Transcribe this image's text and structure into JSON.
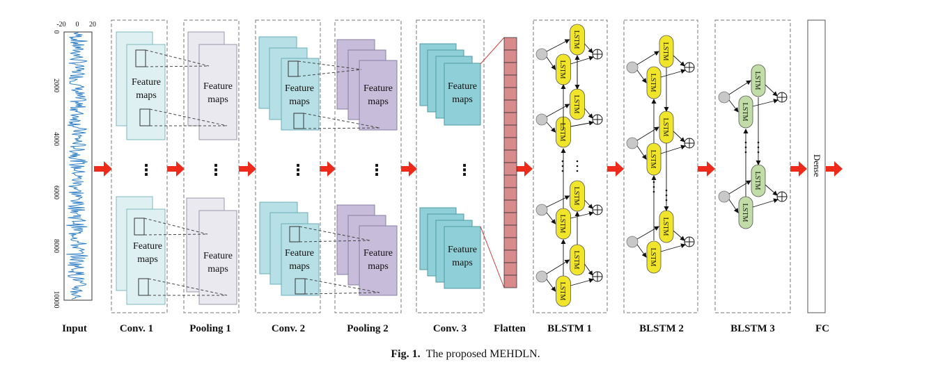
{
  "caption": {
    "label": "Fig. 1.",
    "text": "The proposed MEHDLN."
  },
  "input": {
    "label": "Input",
    "x_ticks": [
      "-20",
      "0",
      "20"
    ],
    "y_ticks": [
      "0",
      "2000",
      "4000",
      "6000",
      "8000",
      "10000"
    ]
  },
  "stages": {
    "conv1": "Conv. 1",
    "pool1": "Pooling 1",
    "conv2": "Conv. 2",
    "pool2": "Pooling 2",
    "conv3": "Conv. 3",
    "flatten": "Flatten",
    "blstm1": "BLSTM 1",
    "blstm2": "BLSTM 2",
    "blstm3": "BLSTM 3",
    "fc": "FC"
  },
  "feature_maps": {
    "line1": "Feature",
    "line2": "maps"
  },
  "lstm_label": "LSTM",
  "dense_label": "Dense",
  "colors": {
    "conv1": "#dff0f2",
    "pool1": "#ebe9f0",
    "conv2": "#b6e0e6",
    "pool2": "#c7bcd9",
    "conv3": "#8fd0d8",
    "flatten": "#d98b8b",
    "lstm_yellow": "#f0e52b",
    "lstm_green": "#c1dca6",
    "node_gray": "#c8c8c8",
    "arrow_red": "#ee2a1a",
    "signal": "#2f7fc7"
  }
}
